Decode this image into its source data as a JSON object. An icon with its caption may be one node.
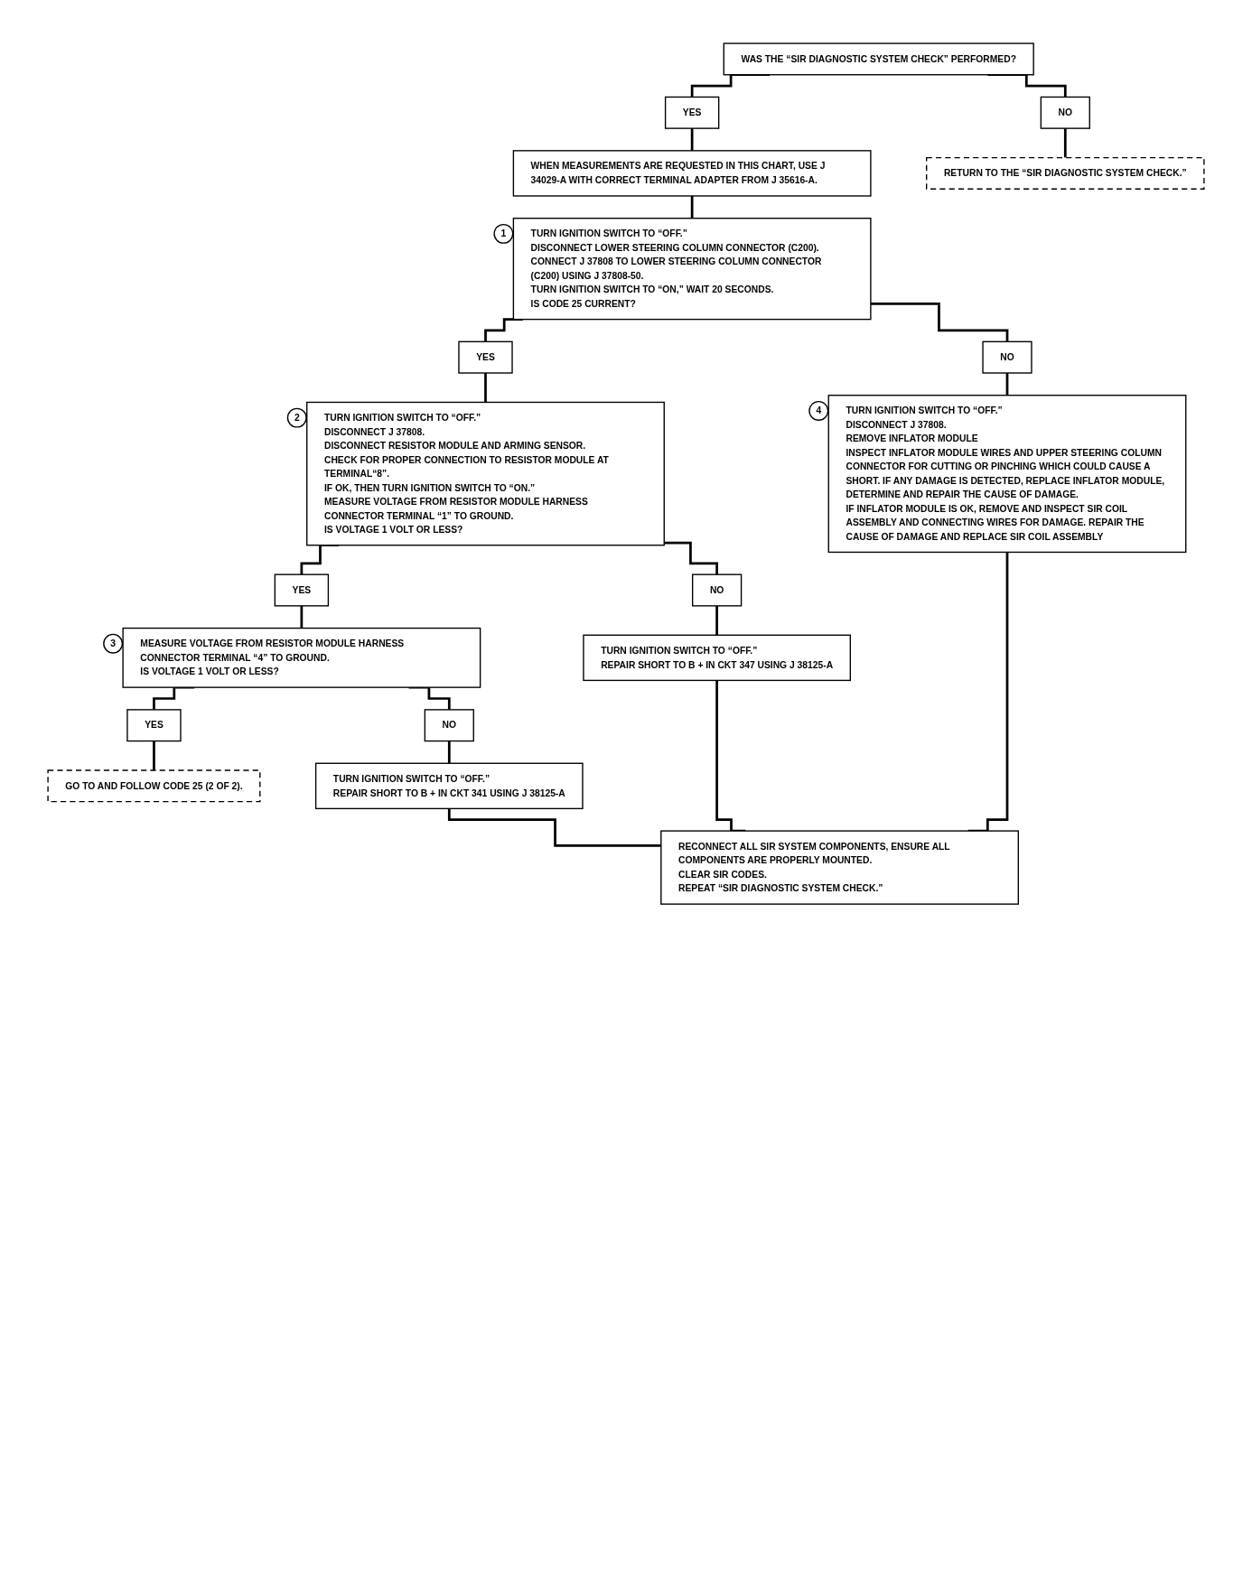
{
  "diagram": {
    "nodes": [
      {
        "text": [
          "WAS THE “SIR DIAGNOSTIC SYSTEM CHECK” PERFORMED?"
        ]
      },
      {
        "text": [
          "YES"
        ]
      },
      {
        "text": [
          "NO"
        ]
      },
      {
        "text": [
          "RETURN TO THE “SIR DIAGNOSTIC SYSTEM CHECK.”"
        ]
      },
      {
        "text": [
          "WHEN MEASUREMENTS ARE REQUESTED IN THIS CHART, USE J 34029-A WITH CORRECT TERMINAL ADAPTER FROM J 35616-A."
        ]
      },
      {
        "text": [
          "TURN IGNITION SWITCH TO “OFF.”",
          "DISCONNECT LOWER STEERING COLUMN CONNECTOR (C200).",
          "CONNECT J 37808 TO LOWER STEERING COLUMN CONNECTOR (C200) USING J 37808-50.",
          "TURN IGNITION SWITCH TO “ON,” WAIT 20 SECONDS.",
          "IS CODE 25 CURRENT?"
        ],
        "beside": [
          "1"
        ]
      },
      {
        "text": [
          "YES"
        ]
      },
      {
        "text": [
          "NO"
        ]
      },
      {
        "text": [
          "TURN IGNITION SWITCH TO “OFF.”",
          "DISCONNECT J 37808.",
          "DISCONNECT RESISTOR MODULE AND ARMING SENSOR.",
          "CHECK FOR PROPER CONNECTION TO RESISTOR MODULE AT TERMINAL“8”.",
          "IF OK, THEN TURN IGNITION SWITCH TO “ON.”",
          "MEASURE VOLTAGE FROM RESISTOR MODULE HARNESS CONNECTOR TERMINAL “1” TO GROUND.",
          "IS VOLTAGE 1 VOLT OR LESS?"
        ],
        "beside": [
          "2"
        ]
      },
      {
        "text": [
          "TURN IGNITION SWITCH TO “OFF.”",
          "DISCONNECT J 37808.",
          "REMOVE INFLATOR MODULE",
          "INSPECT INFLATOR MODULE WIRES AND UPPER STEERING COLUMN CONNECTOR FOR CUTTING OR PINCHING WHICH COULD CAUSE A SHORT. IF ANY DAMAGE IS DETECTED, REPLACE INFLATOR MODULE, DETERMINE AND REPAIR THE CAUSE OF DAMAGE.",
          "IF INFLATOR MODULE IS OK, REMOVE AND INSPECT SIR COIL ASSEMBLY AND CONNECTING WIRES FOR DAMAGE. REPAIR THE CAUSE OF DAMAGE AND REPLACE SIR COIL ASSEMBLY"
        ],
        "beside": [
          "4"
        ]
      },
      {
        "text": [
          "YES"
        ]
      },
      {
        "text": [
          "NO"
        ]
      },
      {
        "text": [
          "MEASURE VOLTAGE FROM RESISTOR MODULE HARNESS CONNECTOR TERMINAL “4” TO GROUND.",
          "IS VOLTAGE 1 VOLT OR LESS?"
        ],
        "beside": [
          "3"
        ]
      },
      {
        "text": [
          "TURN IGNITION SWITCH TO “OFF.”",
          "REPAIR SHORT TO B + IN CKT 347 USING J 38125-A"
        ]
      },
      {
        "text": [
          "YES"
        ]
      },
      {
        "text": [
          "NO"
        ]
      },
      {
        "text": [
          "GO TO AND FOLLOW CODE 25 (2 OF 2)."
        ]
      },
      {
        "text": [
          "TURN IGNITION SWITCH TO “OFF.”",
          "REPAIR SHORT TO B + IN CKT 341 USING J 38125-A"
        ]
      },
      {
        "text": [
          "RECONNECT ALL SIR SYSTEM COMPONENTS, ENSURE ALL COMPONENTS ARE PROPERLY MOUNTED.",
          "CLEAR SIR CODES.",
          "REPEAT “SIR DIAGNOSTIC SYSTEM CHECK.”"
        ]
      }
    ],
    "edges": [
      {
        "from": 0,
        "to": 1,
        "arrow": "none"
      },
      {
        "from": 0,
        "to": 2,
        "arrow": "none"
      },
      {
        "from": 2,
        "to": 3,
        "arrow": "none"
      },
      {
        "from": 1,
        "to": 4,
        "arrow": "none"
      },
      {
        "from": 4,
        "to": 5,
        "arrow": "none"
      },
      {
        "from": 5,
        "to": 6,
        "arrow": "none"
      },
      {
        "from": 5,
        "to": 7,
        "arrow": "none"
      },
      {
        "from": 6,
        "to": 8,
        "arrow": "none"
      },
      {
        "from": 7,
        "to": 9,
        "arrow": "none"
      },
      {
        "from": 8,
        "to": 10,
        "arrow": "none"
      },
      {
        "from": 8,
        "to": 11,
        "arrow": "none"
      },
      {
        "from": 10,
        "to": 12,
        "arrow": "none"
      },
      {
        "from": 11,
        "to": 13,
        "arrow": "none"
      },
      {
        "from": 12,
        "to": 14,
        "arrow": "none"
      },
      {
        "from": 12,
        "to": 15,
        "arrow": "none"
      },
      {
        "from": 14,
        "to": 16,
        "arrow": "none"
      },
      {
        "from": 15,
        "to": 17,
        "arrow": "none"
      },
      {
        "from": 9,
        "to": 18,
        "arrow": "none"
      },
      {
        "from": 13,
        "to": 18,
        "arrow": "none"
      },
      {
        "from": 17,
        "to": 18,
        "arrow": "none"
      }
    ]
  }
}
